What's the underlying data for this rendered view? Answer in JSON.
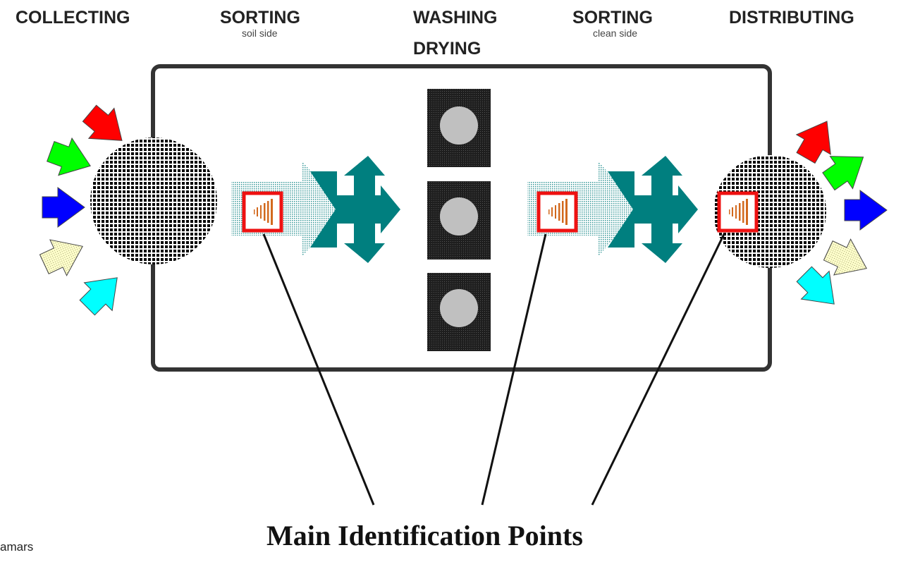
{
  "stages": {
    "collecting": "COLLECTING",
    "sorting_soil": "SORTING",
    "sorting_soil_sub": "soil side",
    "washing": "WASHING",
    "drying": "DRYING",
    "sorting_clean": "SORTING",
    "sorting_clean_sub": "clean side",
    "distributing": "DISTRIBUTING"
  },
  "caption": "Main Identification Points",
  "credit": "amars",
  "colors": {
    "teal": "#007f7f",
    "frame": "#333333",
    "machine": "#2b2b2b",
    "drum": "#c0c0c0",
    "tag_border": "#ee1111",
    "tag_wave": "#d2691e",
    "arrow_red": "#ff0000",
    "arrow_green": "#00ff00",
    "arrow_blue": "#0000ff",
    "arrow_cream": "#ffffcc",
    "arrow_cyan": "#00ffff"
  }
}
